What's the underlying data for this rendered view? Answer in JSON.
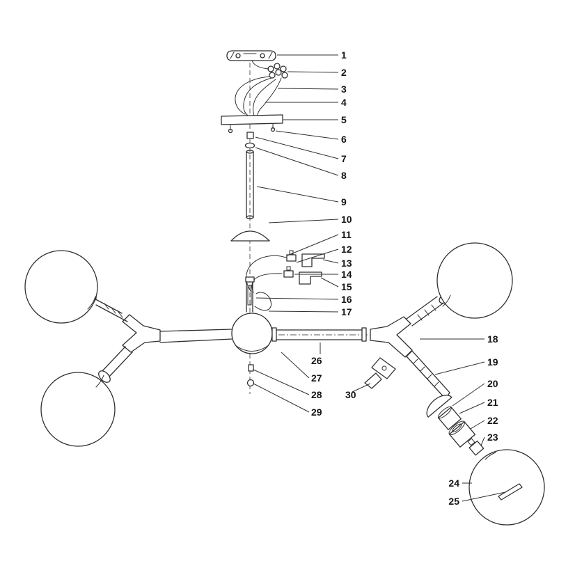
{
  "diagram": {
    "kind": "exploded-parts-diagram",
    "colors": {
      "line": "#2f2f2f",
      "label": "#141414",
      "background": "#ffffff"
    },
    "labels": [
      "1",
      "2",
      "3",
      "4",
      "5",
      "6",
      "7",
      "8",
      "9",
      "10",
      "11",
      "12",
      "13",
      "14",
      "15",
      "16",
      "17",
      "18",
      "19",
      "20",
      "21",
      "22",
      "23",
      "24",
      "25",
      "26",
      "27",
      "28",
      "29",
      "30"
    ]
  }
}
